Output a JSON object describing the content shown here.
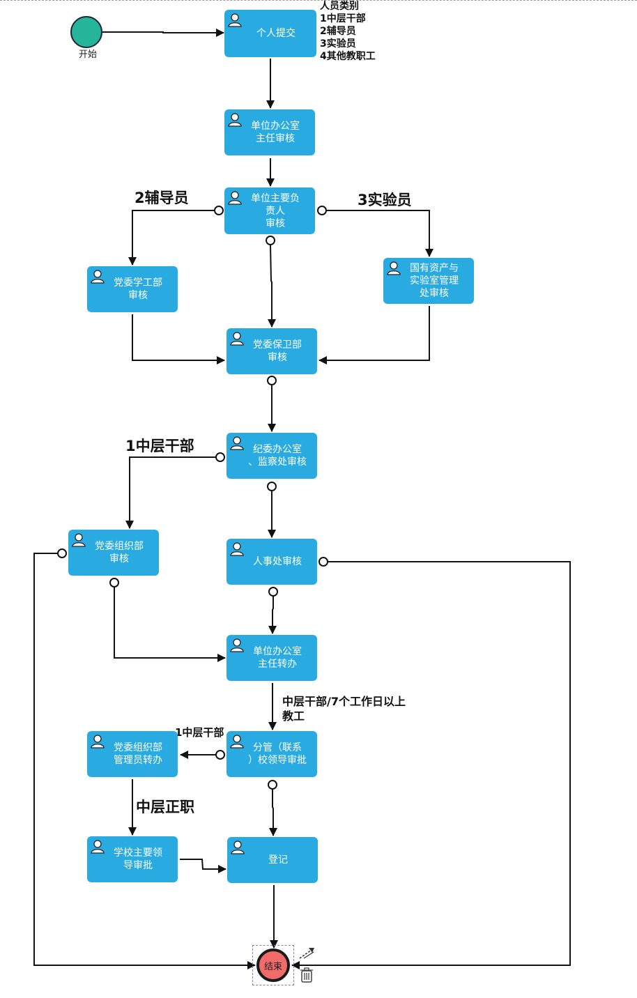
{
  "start": {
    "label": "开始"
  },
  "end": {
    "label": "结束"
  },
  "legend": {
    "title": "人员类别",
    "items": [
      "1中层干部",
      "2辅导员",
      "3实验员",
      "4其他教职工"
    ]
  },
  "nodes": {
    "personal_submit": "个人提交",
    "unit_office_review": "单位办公室\n主任审核",
    "unit_head_review": "单位主要负\n责人\n审核",
    "student_affairs_review": "党委学工部\n审核",
    "assets_lab_review": "国有资产与\n实验室管理\n处审核",
    "security_review": "党委保卫部\n审核",
    "discipline_review": "纪委办公室\n、监察处审核",
    "organization_review": "党委组织部\n审核",
    "hr_review": "人事处审核",
    "unit_office_transfer": "单位办公室\n主任转办",
    "leader_approval": "分管（联系\n）校领导审批",
    "org_staff_transfer": "党委组织部\n管理员转办",
    "school_leader_approval": "学校主要领\n导审批",
    "register": "登记"
  },
  "conditions": {
    "counselor": "2辅导员",
    "lab_staff": "3实验员",
    "mid_cadre": "1中层干部",
    "mid_or_7days_line1": "中层干部/7个工作日以上",
    "mid_or_7days_line2": "教工",
    "mid_cadre_small": "1中层干部",
    "mid_principal": "中层正职"
  },
  "colors": {
    "node": "#29abe2",
    "start": "#26b59a",
    "end": "#f26b6b",
    "line": "#111111"
  },
  "icons": {
    "user": "user-icon",
    "tool_arrow": "diagonal-arrow-icon",
    "tool_delete": "trash-icon"
  }
}
